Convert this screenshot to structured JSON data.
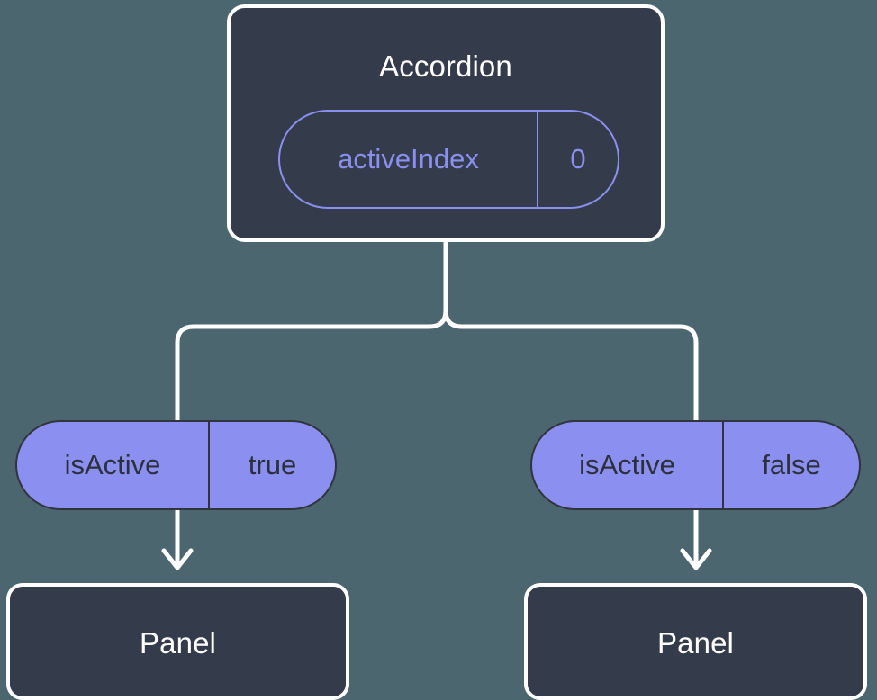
{
  "diagram": {
    "type": "component-state-tree",
    "background_color": "#4c6670",
    "card_color": "#343c4b",
    "accent_color": "#8b8ff0",
    "stroke_color": "#ffffff",
    "root": {
      "title": "Accordion",
      "state_badge": {
        "key": "activeIndex",
        "value": "0",
        "style": "outlined"
      }
    },
    "branches": [
      {
        "prop_badge": {
          "key": "isActive",
          "value": "true",
          "style": "filled"
        },
        "child": {
          "title": "Panel"
        }
      },
      {
        "prop_badge": {
          "key": "isActive",
          "value": "false",
          "style": "filled"
        },
        "child": {
          "title": "Panel"
        }
      }
    ]
  }
}
